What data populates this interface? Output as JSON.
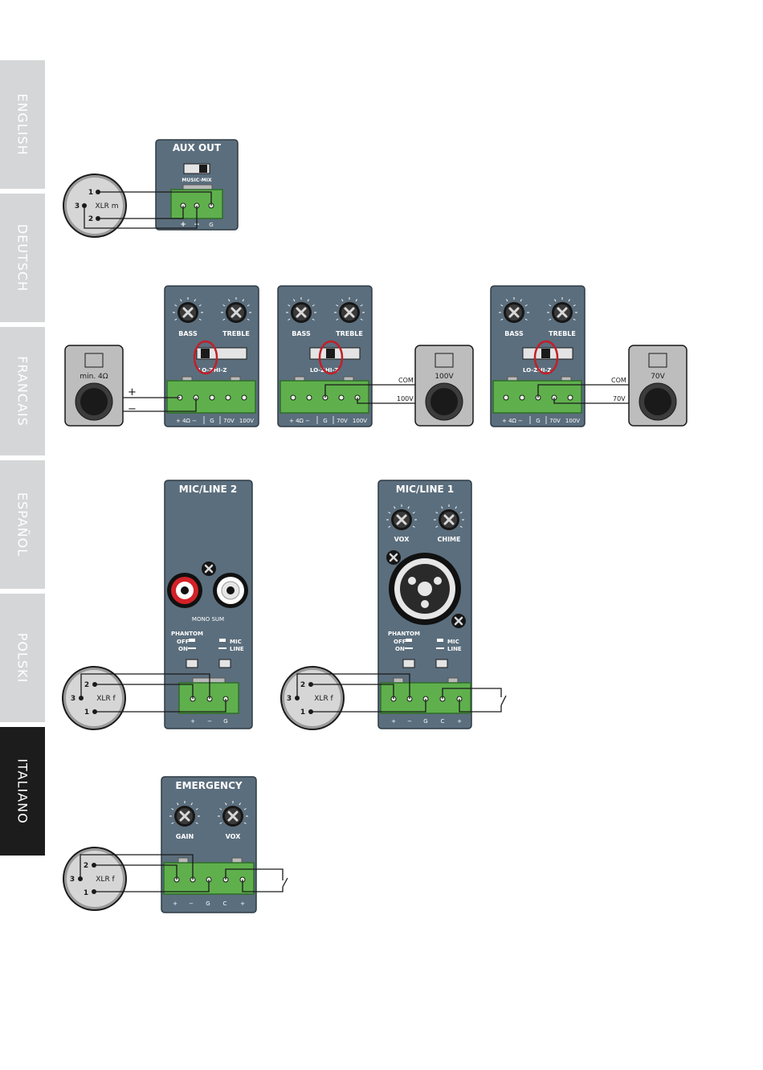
{
  "languages": [
    {
      "label": "ENGLISH",
      "active": false
    },
    {
      "label": "DEUTSCH",
      "active": false
    },
    {
      "label": "FRANCAIS",
      "active": false
    },
    {
      "label": "ESPAÑOL",
      "active": false
    },
    {
      "label": "POLSKI",
      "active": false
    },
    {
      "label": "ITALIANO",
      "active": true
    }
  ],
  "aux_out": {
    "title": "AUX OUT",
    "switch_label": "MUSIC-MIX",
    "terminals": [
      "+",
      "−",
      "G"
    ],
    "xlr": {
      "label": "XLR m",
      "pins": [
        "1",
        "3",
        "2"
      ]
    }
  },
  "speaker_out": {
    "knobs": [
      "BASS",
      "TREBLE"
    ],
    "switch_lo": "LO-Z",
    "switch_hi": "HI-Z",
    "terminals": [
      "+ 4Ω −",
      "G",
      "70V",
      "100V"
    ],
    "spk1": {
      "label": "min. 4Ω",
      "plus": "+",
      "minus": "−"
    },
    "spk2": {
      "label": "100V",
      "com": "COM",
      "tap": "100V"
    },
    "spk3": {
      "label": "70V",
      "com": "COM",
      "tap": "70V"
    },
    "colors": {
      "highlight": "#c0202a",
      "terminal": "#5fb04d"
    }
  },
  "mic_line2": {
    "title": "MIC/LINE 2",
    "rca_label": "MONO SUM",
    "phantom": {
      "title": "PHANTOM",
      "off": "OFF",
      "on": "ON"
    },
    "mic": "MIC",
    "line": "LINE",
    "terminals": [
      "+",
      "−",
      "G"
    ],
    "xlr": {
      "label": "XLR f",
      "pins": [
        "2",
        "3",
        "1"
      ]
    }
  },
  "mic_line1": {
    "title": "MIC/LINE 1",
    "knobs": [
      "VOX",
      "CHIME"
    ],
    "phantom": {
      "title": "PHANTOM",
      "off": "OFF",
      "on": "ON"
    },
    "mic": "MIC",
    "line": "LINE",
    "terminals": [
      "+",
      "−",
      "G",
      "C",
      "+"
    ],
    "xlr": {
      "label": "XLR f",
      "pins": [
        "2",
        "3",
        "1"
      ]
    }
  },
  "emergency": {
    "title": "EMERGENCY",
    "knobs": [
      "GAIN",
      "VOX"
    ],
    "terminals": [
      "+",
      "−",
      "G",
      "C",
      "+"
    ],
    "xlr": {
      "label": "XLR f",
      "pins": [
        "2",
        "3",
        "1"
      ]
    }
  },
  "colors": {
    "panel": "#5b6e7d",
    "panel_border": "#2e3a44",
    "terminal": "#5fb04d",
    "terminal_border": "#2f6d2a",
    "wire": "#1a1a1a",
    "highlight": "#c0202a"
  }
}
